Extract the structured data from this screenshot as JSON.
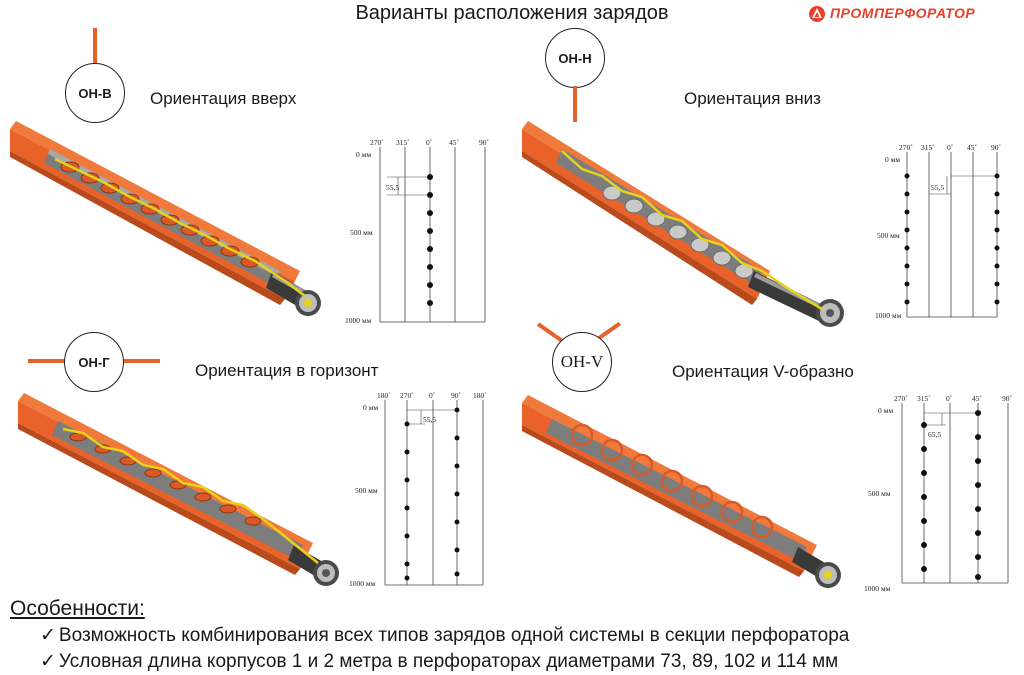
{
  "header": {
    "title": "Варианты расположения зарядов",
    "logo_text": "ПРОМПЕРФОРАТОР",
    "logo_color": "#e8402a"
  },
  "colors": {
    "accent": "#e8622a",
    "charge_yellow": "#e8d21a",
    "dot": "#111111"
  },
  "quadrants": [
    {
      "id": "up",
      "badge": "ОН-В",
      "title": "Ориентация вверх",
      "scheme": {
        "angle_labels": [
          "270˚",
          "315˚",
          "0˚",
          "45˚",
          "90˚"
        ],
        "depth_labels": [
          "0 мм",
          "500 мм",
          "1000 мм"
        ],
        "spacing_label": "55,5"
      }
    },
    {
      "id": "down",
      "badge": "ОН-Н",
      "title": "Ориентация вниз",
      "scheme": {
        "angle_labels": [
          "270˚",
          "315˚",
          "0˚",
          "45˚",
          "90˚"
        ],
        "depth_labels": [
          "0 мм",
          "500 мм",
          "1000 мм"
        ],
        "spacing_label": "55,5"
      }
    },
    {
      "id": "horizontal",
      "badge": "ОН-Г",
      "title": "Ориентация в горизонт",
      "scheme": {
        "angle_labels": [
          "180˚",
          "270˚",
          "0˚",
          "90˚",
          "180˚"
        ],
        "depth_labels": [
          "0 мм",
          "500 мм",
          "1000 мм"
        ],
        "spacing_label": "55,5"
      }
    },
    {
      "id": "v",
      "badge": "OH-V",
      "title": "Ориентация V-образно",
      "scheme": {
        "angle_labels": [
          "270˚",
          "315˚",
          "0˚",
          "45˚",
          "90˚"
        ],
        "depth_labels": [
          "0 мм",
          "500 мм",
          "1000 мм"
        ],
        "spacing_label": "65,5"
      }
    }
  ],
  "features": {
    "heading": "Особенности:",
    "check_glyph": "✓",
    "items": [
      "Возможность комбинирования всех типов зарядов одной системы в секции перфоратора",
      "Условная длина корпусов 1 и 2 метра в перфораторах диаметрами 73, 89, 102 и 114 мм"
    ]
  }
}
